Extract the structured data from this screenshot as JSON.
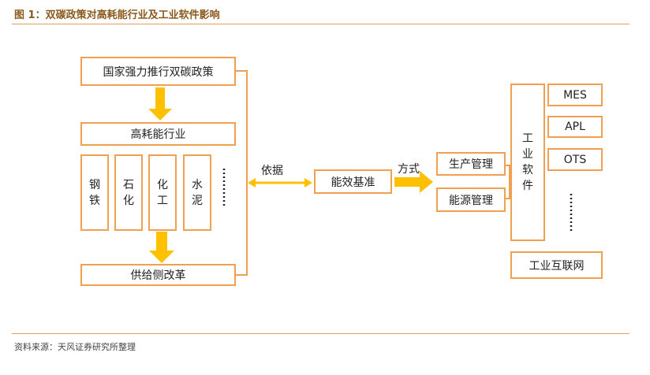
{
  "title": "图 1：双碳政策对高耗能行业及工业软件影响",
  "source": "资料来源：天风证券研究所整理",
  "boxes": {
    "policy": "国家强力推行双碳政策",
    "industry": "高耗能行业",
    "steel": [
      "钢",
      "铁"
    ],
    "petrochem": [
      "石",
      "化"
    ],
    "chemical": [
      "化",
      "工"
    ],
    "cement": [
      "水",
      "泥"
    ],
    "supply_reform": "供给侧改革",
    "efficiency": "能效基准",
    "production_mgmt": "生产管理",
    "energy_mgmt": "能源管理",
    "industrial_software": [
      "工",
      "业",
      "软",
      "件"
    ],
    "mes": "MES",
    "apl": "APL",
    "ots": "OTS",
    "industrial_internet": "工业互联网"
  },
  "labels": {
    "basis": "依据",
    "method": "方式"
  },
  "colors": {
    "box_border": "#f0a050",
    "arrow_fill": "#ffc000",
    "title_text": "#8a5a1e",
    "rule": "#e0a15a"
  }
}
